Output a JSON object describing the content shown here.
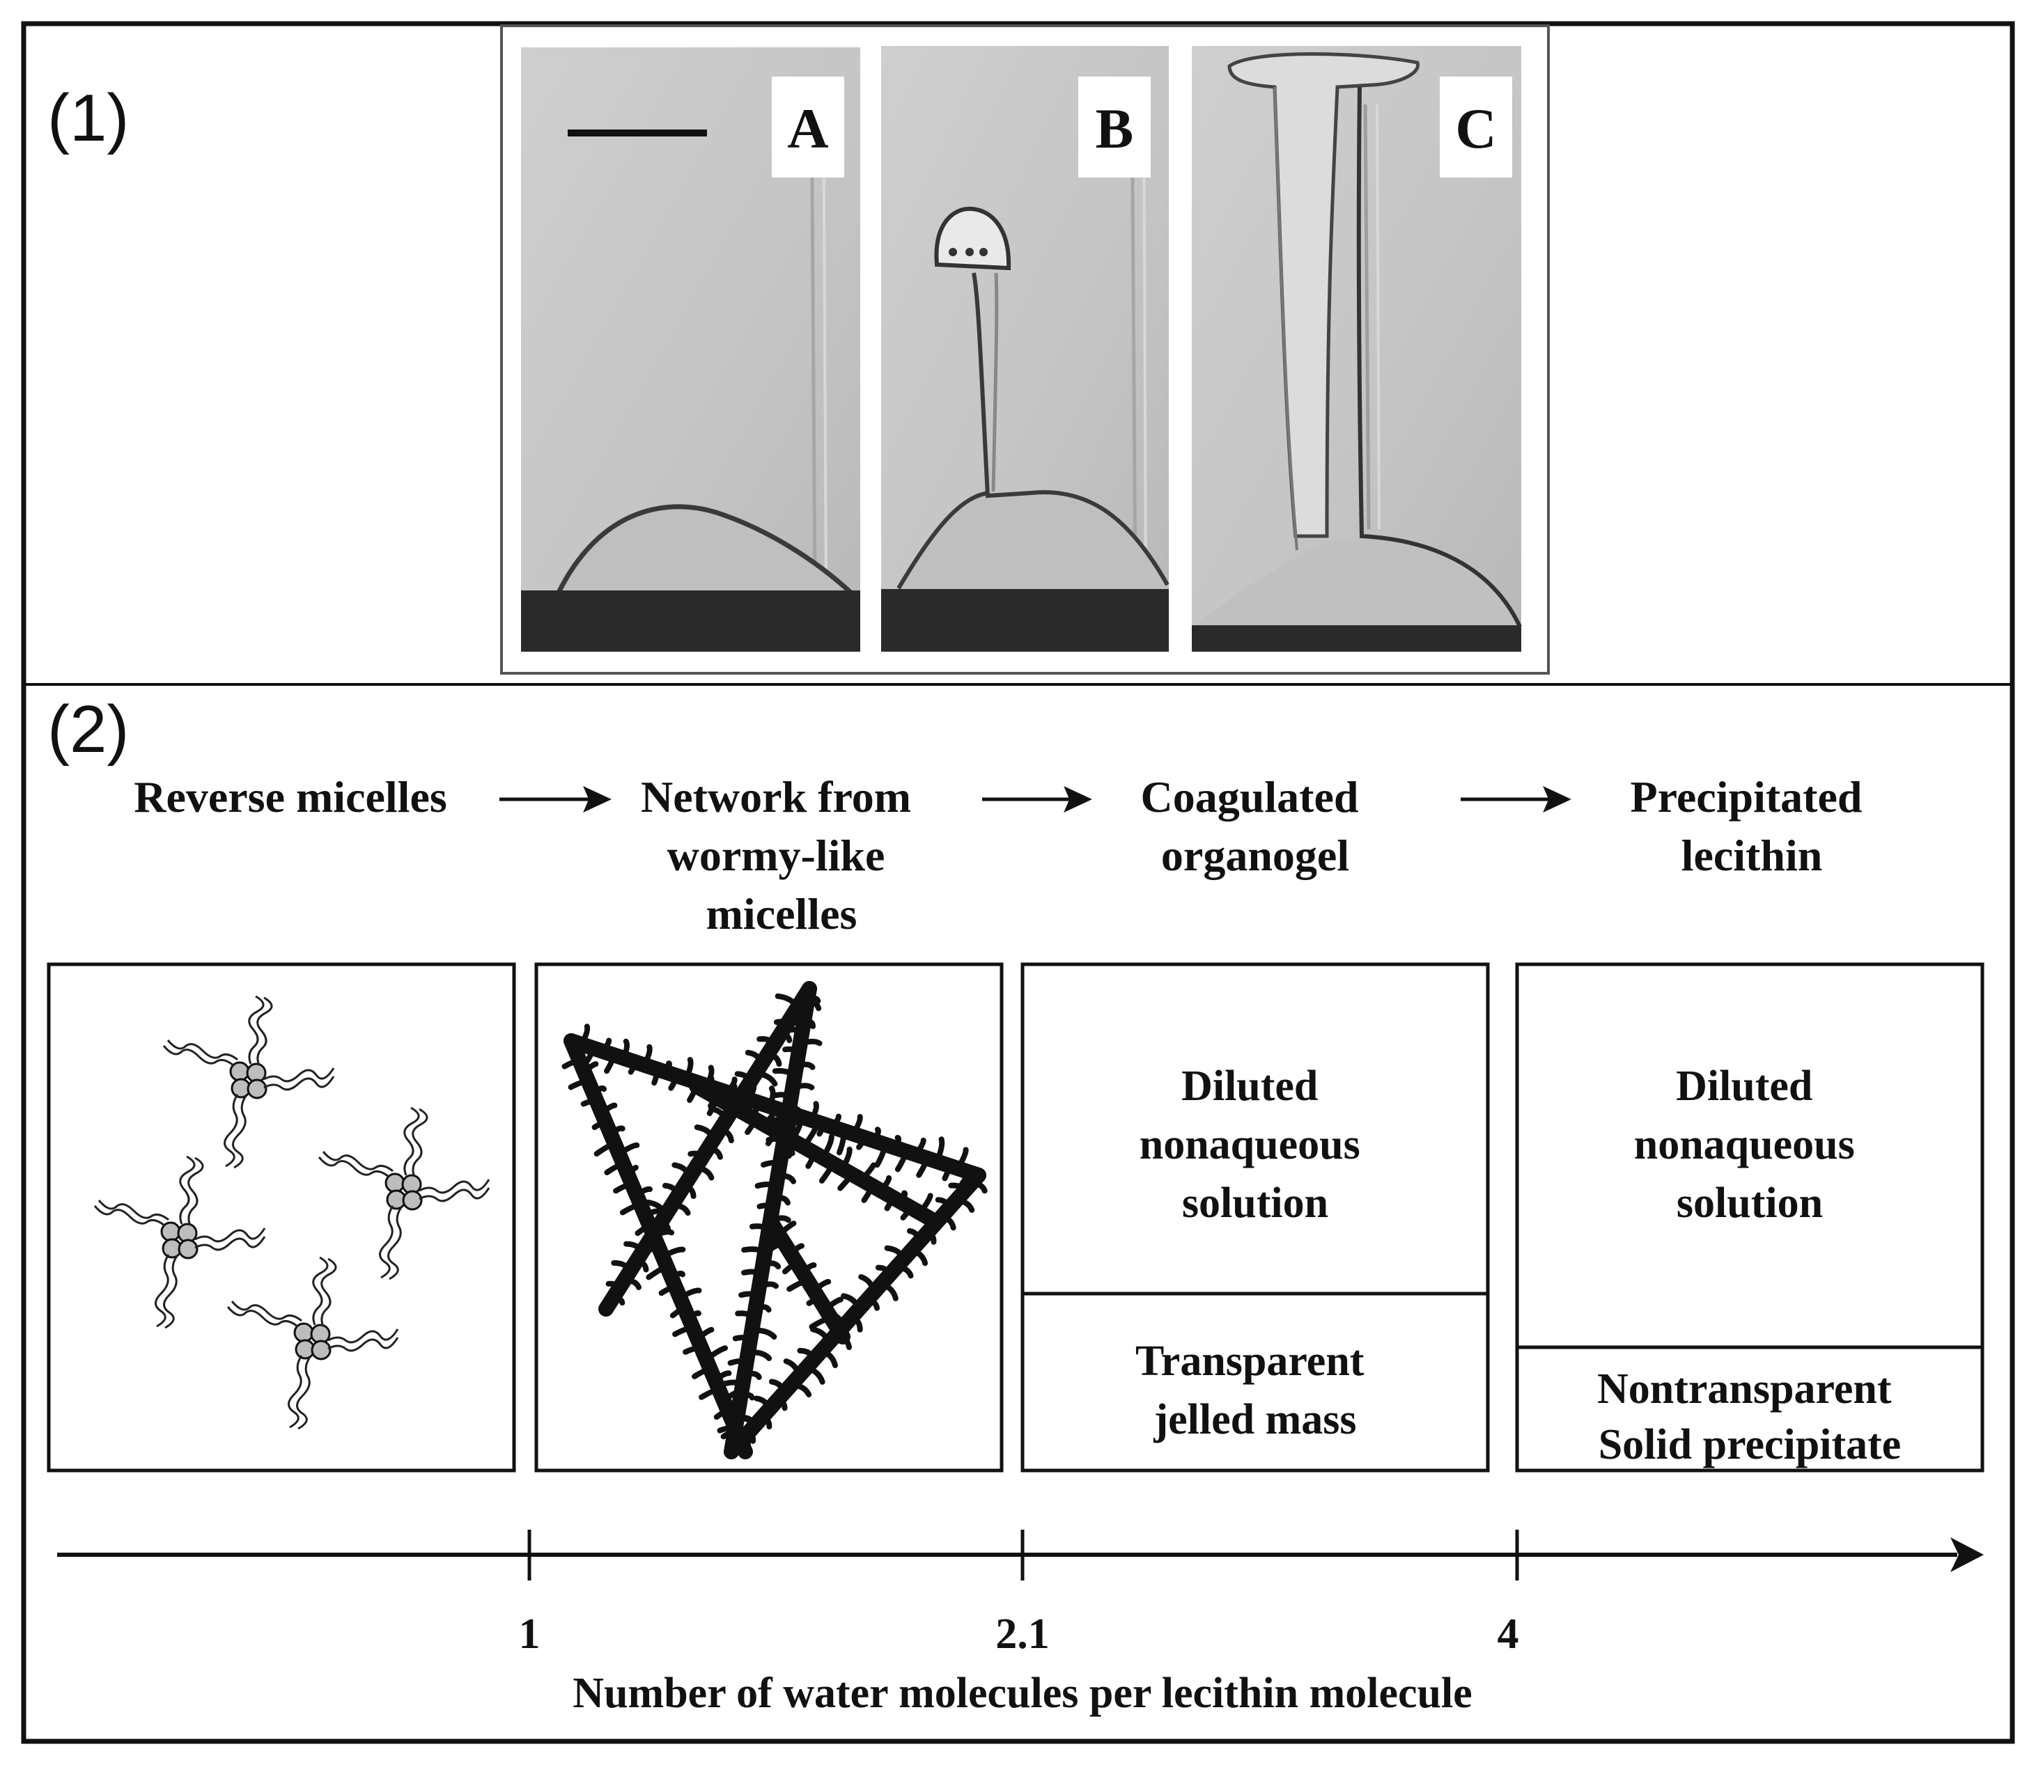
{
  "panel1": {
    "label": "(1)",
    "photos": [
      {
        "label": "A",
        "has_scale_bar": true
      },
      {
        "label": "B",
        "has_scale_bar": false
      },
      {
        "label": "C",
        "has_scale_bar": false
      }
    ]
  },
  "panel2": {
    "label": "(2)",
    "stages": [
      {
        "lines": [
          "Reverse micelles"
        ]
      },
      {
        "lines": [
          "Network from",
          "wormy-like",
          "micelles"
        ]
      },
      {
        "lines": [
          "Coagulated",
          "organogel"
        ]
      },
      {
        "lines": [
          "Precipitated",
          "lecithin"
        ]
      }
    ],
    "boxes": [
      {
        "kind": "reverse-micelles-drawing"
      },
      {
        "kind": "network-drawing"
      },
      {
        "kind": "two-phase",
        "top_lines": [
          "Diluted",
          "nonaqueous",
          "solution"
        ],
        "bottom_lines": [
          "Transparent",
          "jelled mass"
        ]
      },
      {
        "kind": "two-phase",
        "top_lines": [
          "Diluted",
          "nonaqueous",
          "solution"
        ],
        "bottom_lines": [
          "Nontransparent",
          "Solid precipitate"
        ]
      }
    ],
    "axis": {
      "ticks": [
        "1",
        "2.1",
        "4"
      ],
      "label": "Number of water molecules per lecithin molecule"
    }
  },
  "colors": {
    "border": "#111111",
    "photo_background": "#c9c9c9",
    "photo_dark_base": "#2a2a2a",
    "micelle_head": "#bdbdbd"
  }
}
